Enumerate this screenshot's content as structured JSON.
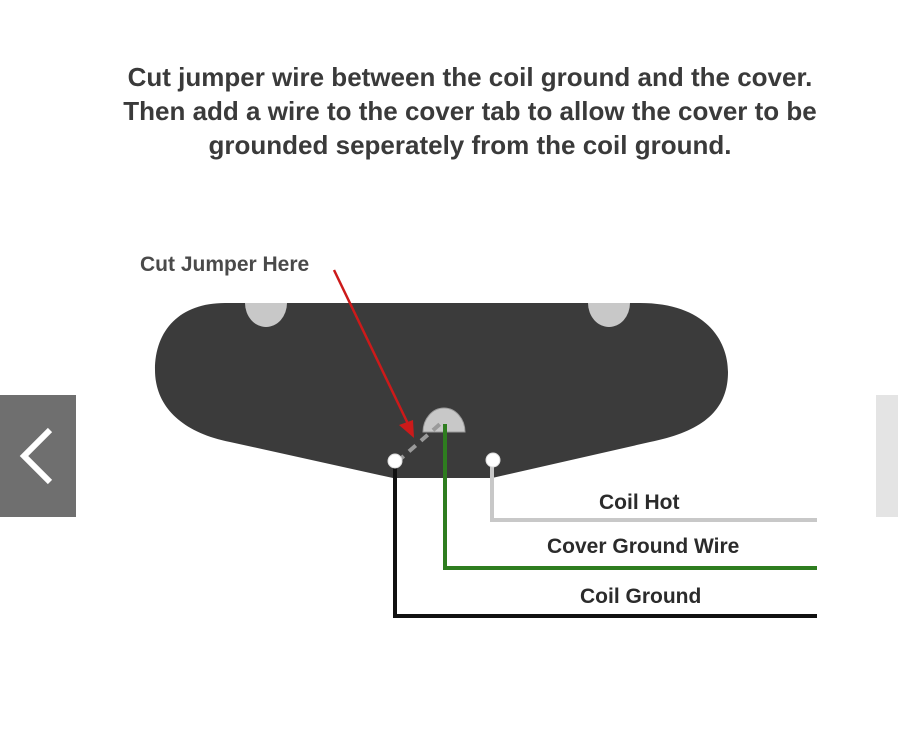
{
  "heading": {
    "line1": "Cut jumper wire between the coil ground and the cover.",
    "line2": "Then add a wire to the cover tab to allow the cover to be",
    "line3": "grounded seperately from the coil ground."
  },
  "labels": {
    "cut_jumper": "Cut Jumper Here",
    "coil_hot": "Coil Hot",
    "cover_ground": "Cover Ground Wire",
    "coil_ground": "Coil Ground"
  },
  "colors": {
    "pickup_body": "#3b3b3b",
    "mount_hole": "#c8c8c8",
    "coil_hot_wire": "#c8c8c8",
    "cover_ground_wire": "#2e7d1f",
    "coil_ground_wire": "#111111",
    "arrow": "#cc1a1a",
    "jumper": "#9a9a9a"
  },
  "nav": {
    "prev_icon": "chevron-left-icon",
    "next_icon": "chevron-right-icon"
  }
}
